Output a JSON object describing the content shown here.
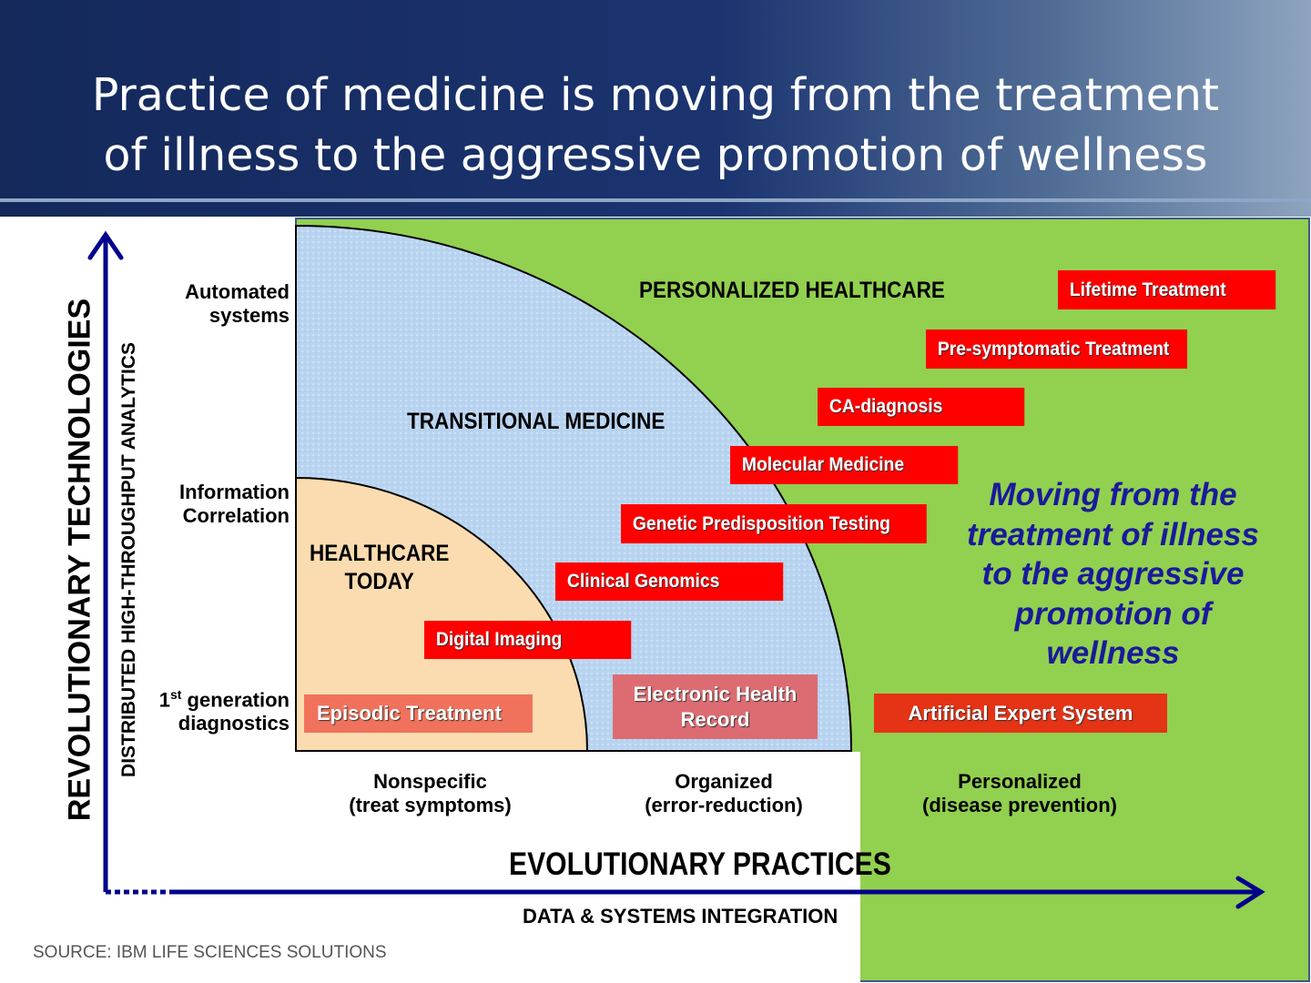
{
  "title": "Practice of medicine is moving from the treatment of illness to the aggressive promotion of wellness",
  "zones": {
    "personalized": "PERSONALIZED HEALTHCARE",
    "transitional": "TRANSITIONAL MEDICINE",
    "today_line1": "HEALTHCARE",
    "today_line2": "TODAY"
  },
  "y_axis": {
    "main": "REVOLUTIONARY TECHNOLOGIES",
    "sub": "DISTRIBUTED HIGH-THROUGHPUT ANALYTICS",
    "levels": [
      {
        "line1": "Automated",
        "line2": "systems"
      },
      {
        "line1": "Information",
        "line2": "Correlation"
      },
      {
        "line1": "1",
        "sup": "st",
        "line1b": " generation",
        "line2": "diagnostics"
      }
    ]
  },
  "x_axis": {
    "main": "EVOLUTIONARY PRACTICES",
    "sub": "DATA & SYSTEMS INTEGRATION",
    "levels": [
      {
        "line1": "Nonspecific",
        "line2": "(treat symptoms)"
      },
      {
        "line1": "Organized",
        "line2": "(error-reduction)"
      },
      {
        "line1": "Personalized",
        "line2": "(disease prevention)"
      }
    ]
  },
  "labels": {
    "lifetime": "Lifetime Treatment",
    "presymptomatic": "Pre-symptomatic Treatment",
    "ca": "CA-diagnosis",
    "molecular": "Molecular Medicine",
    "genetic": "Genetic Predisposition Testing",
    "clinical": "Clinical Genomics",
    "imaging": "Digital Imaging",
    "episodic": "Episodic Treatment",
    "ehr_line1": "Electronic Health",
    "ehr_line2": "Record",
    "aes": "Artificial Expert System"
  },
  "callout": [
    "Moving from the",
    "treatment of illness",
    "to the aggressive",
    "promotion of",
    "wellness"
  ],
  "source": "SOURCE: IBM LIFE SCIENCES SOLUTIONS",
  "colors": {
    "green": "#92d050",
    "blue": "#b9d5ef",
    "orange": "#fbdcb0",
    "red": "#ff0000",
    "navy": "#00008b"
  }
}
